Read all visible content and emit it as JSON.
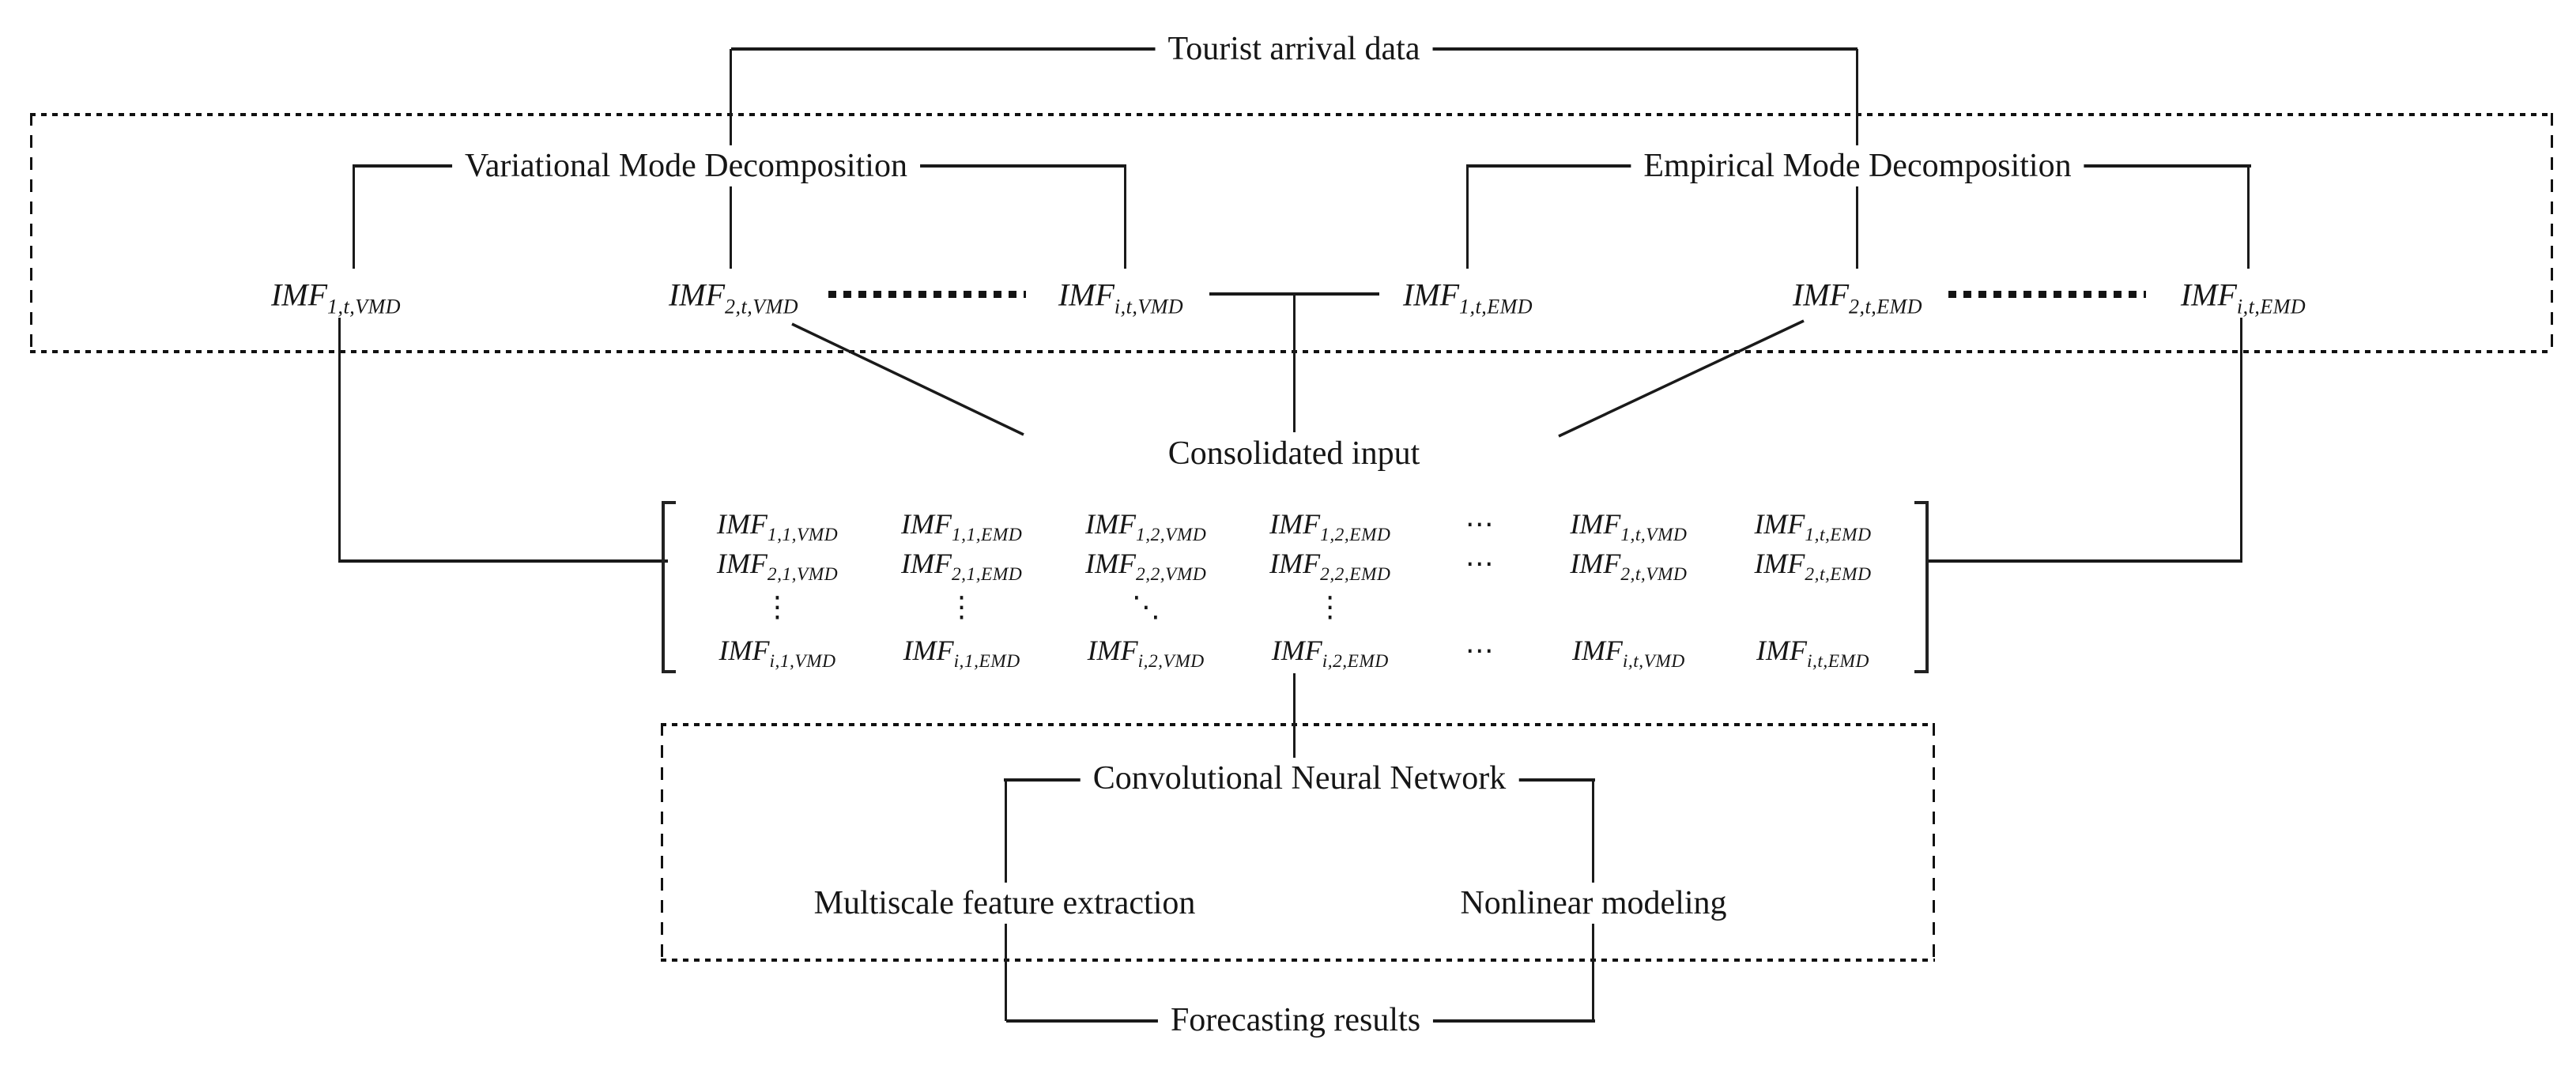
{
  "colors": {
    "ink": "#1a1a1a",
    "background": "#ffffff"
  },
  "top": {
    "label": "Tourist arrival data"
  },
  "vmd": {
    "title": "Variational Mode Decomposition",
    "imfs": [
      {
        "base": "IMF",
        "sub": "1,t,VMD"
      },
      {
        "base": "IMF",
        "sub": "2,t,VMD"
      },
      {
        "base": "IMF",
        "sub": "i,t,VMD"
      }
    ]
  },
  "emd": {
    "title": "Empirical Mode Decomposition",
    "imfs": [
      {
        "base": "IMF",
        "sub": "1,t,EMD"
      },
      {
        "base": "IMF",
        "sub": "2,t,EMD"
      },
      {
        "base": "IMF",
        "sub": "i,t,EMD"
      }
    ]
  },
  "consolidated": {
    "label": "Consolidated input"
  },
  "matrix": {
    "rows": [
      [
        {
          "base": "IMF",
          "sub": "1,1,VMD"
        },
        {
          "base": "IMF",
          "sub": "1,1,EMD"
        },
        {
          "base": "IMF",
          "sub": "1,2,VMD"
        },
        {
          "base": "IMF",
          "sub": "1,2,EMD"
        },
        {
          "sym": "⋯"
        },
        {
          "base": "IMF",
          "sub": "1,t,VMD"
        },
        {
          "base": "IMF",
          "sub": "1,t,EMD"
        }
      ],
      [
        {
          "base": "IMF",
          "sub": "2,1,VMD"
        },
        {
          "base": "IMF",
          "sub": "2,1,EMD"
        },
        {
          "base": "IMF",
          "sub": "2,2,VMD"
        },
        {
          "base": "IMF",
          "sub": "2,2,EMD"
        },
        {
          "sym": "⋯"
        },
        {
          "base": "IMF",
          "sub": "2,t,VMD"
        },
        {
          "base": "IMF",
          "sub": "2,t,EMD"
        }
      ],
      [
        {
          "sym": "⋮"
        },
        {
          "sym": "⋮"
        },
        {
          "sym": "⋱"
        },
        {
          "sym": "⋮"
        },
        {
          "sym": ""
        },
        {
          "sym": ""
        },
        {
          "sym": ""
        }
      ],
      [
        {
          "base": "IMF",
          "sub": "i,1,VMD"
        },
        {
          "base": "IMF",
          "sub": "i,1,EMD"
        },
        {
          "base": "IMF",
          "sub": "i,2,VMD"
        },
        {
          "base": "IMF",
          "sub": "i,2,EMD"
        },
        {
          "sym": "⋯"
        },
        {
          "base": "IMF",
          "sub": "i,t,VMD"
        },
        {
          "base": "IMF",
          "sub": "i,t,EMD"
        }
      ]
    ]
  },
  "cnn": {
    "title": "Convolutional Neural Network",
    "left_label": "Multiscale feature extraction",
    "right_label": "Nonlinear modeling"
  },
  "output": {
    "label": "Forecasting results"
  }
}
